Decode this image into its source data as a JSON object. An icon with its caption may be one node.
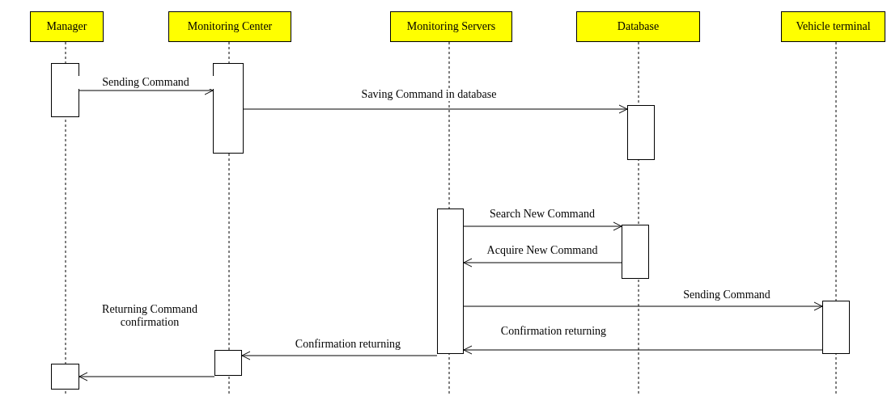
{
  "diagram": {
    "nodes": [
      {
        "text": [
          "Manager"
        ]
      },
      {
        "text": [
          "Monitoring Center"
        ]
      },
      {
        "text": [
          "Monitoring Servers"
        ]
      },
      {
        "text": [
          "Database"
        ]
      },
      {
        "text": [
          "Vehicle terminal"
        ]
      },
      {
        "text": [],
        "shape": "box"
      },
      {
        "text": [],
        "shape": "box"
      },
      {
        "text": [],
        "shape": "box"
      },
      {
        "text": [],
        "shape": "box"
      },
      {
        "text": [],
        "shape": "box"
      },
      {
        "text": [],
        "shape": "box"
      },
      {
        "text": [],
        "shape": "box"
      },
      {
        "text": [],
        "shape": "box"
      }
    ],
    "edges": [
      {
        "from": 5,
        "to": 6,
        "arrow": "to",
        "label": "Sending Command"
      },
      {
        "from": 6,
        "to": 7,
        "arrow": "to",
        "label": "Saving Command in database"
      },
      {
        "from": 8,
        "to": 9,
        "arrow": "to",
        "label": "Search New Command"
      },
      {
        "from": 9,
        "to": 8,
        "arrow": "to",
        "label": "Acquire New Command"
      },
      {
        "from": 8,
        "to": 10,
        "arrow": "to",
        "label": "Sending Command"
      },
      {
        "from": 10,
        "to": 8,
        "arrow": "to",
        "label": "Confirmation returning"
      },
      {
        "from": 8,
        "to": 11,
        "arrow": "to",
        "label": "Confirmation returning"
      },
      {
        "from": 11,
        "to": 12,
        "arrow": "to",
        "label": "Returning Command confirmation"
      }
    ]
  }
}
